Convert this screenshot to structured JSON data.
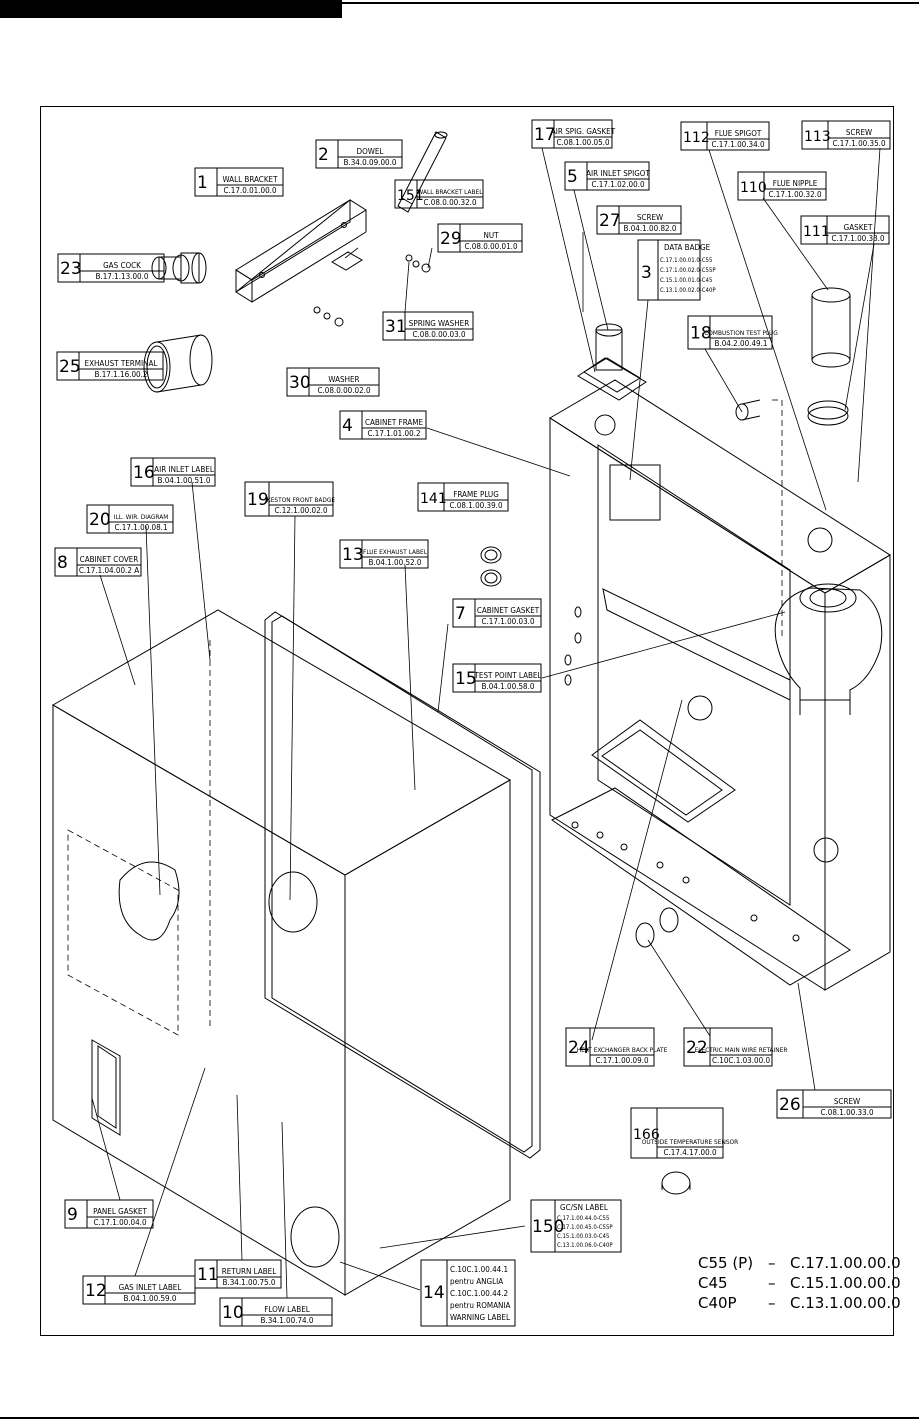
{
  "labels": [
    {
      "num": "1",
      "name": "WALL BRACKET",
      "code": "C.17.0.01.00.0"
    },
    {
      "num": "2",
      "name": "DOWEL",
      "code": "B.34.0.09.00.0"
    },
    {
      "num": "151",
      "name": "WALL BRACKET LABEL",
      "code": "C.08.0.00.32.0"
    },
    {
      "num": "29",
      "name": "NUT",
      "code": "C.08.0.00.01.0"
    },
    {
      "num": "23",
      "name": "GAS COCK",
      "code": "B.17.1.13.00.0"
    },
    {
      "num": "31",
      "name": "SPRING WASHER",
      "code": "C.08.0.00.03.0"
    },
    {
      "num": "25",
      "name": "EXHAUST TERMINAL",
      "code": "B.17.1.16.00.2"
    },
    {
      "num": "30",
      "name": "WASHER",
      "code": "C.08.0.00.02.0"
    },
    {
      "num": "17",
      "name": "AIR SPIG. GASKET",
      "code": "C.08.1.00.05.0"
    },
    {
      "num": "5",
      "name": "AIR INLET SPIGOT",
      "code": "C.17.1.02.00.0"
    },
    {
      "num": "27",
      "name": "SCREW",
      "code": "B.04.1.00.82.0"
    },
    {
      "num": "112",
      "name": "FLUE SPIGOT",
      "code": "C.17.1.00.34.0"
    },
    {
      "num": "113",
      "name": "SCREW",
      "code": "C.17.1.00.35.0"
    },
    {
      "num": "110",
      "name": "FLUE NIPPLE",
      "code": "C.17.1.00.32.0"
    },
    {
      "num": "111",
      "name": "GASKET",
      "code": "C.17.1.00.33.0"
    },
    {
      "num": "18",
      "name": "COMBUSTION TEST PLUG",
      "code": "B.04.2.00.49.1"
    },
    {
      "num": "4",
      "name": "CABINET FRAME",
      "code": "C.17.1.01.00.2"
    },
    {
      "num": "16",
      "name": "AIR INLET LABEL",
      "code": "B.04.1.00.51.0"
    },
    {
      "num": "19",
      "name": "KESTON FRONT BADGE",
      "code": "C.12.1.00.02.0"
    },
    {
      "num": "141",
      "name": "FRAME PLUG",
      "code": "C.08.1.00.39.0"
    },
    {
      "num": "20",
      "name": "ILL. WIR. DIAGRAM",
      "code": "C.17.1.00.08.1"
    },
    {
      "num": "8",
      "name": "CABINET COVER",
      "code": "C.17.1.04.00.2 A"
    },
    {
      "num": "13",
      "name": "FLUE EXHAUST LABEL",
      "code": "B.04.1.00.52.0"
    },
    {
      "num": "7",
      "name": "CABINET GASKET",
      "code": "C.17.1.00.03.0"
    },
    {
      "num": "15",
      "name": "TEST POINT LABEL",
      "code": "B.04.1.00.58.0"
    },
    {
      "num": "24",
      "name": "HEAT EXCHANGER BACK PLATE",
      "code": "C.17.1.00.09.0"
    },
    {
      "num": "22",
      "name": "ELECTRIC MAIN WIRE RETAINER",
      "code": "C.10C.1.03.00.0"
    },
    {
      "num": "26",
      "name": "SCREW",
      "code": "C.08.1.00.33.0"
    },
    {
      "num": "166",
      "name": "OUTSIDE TEMPERATURE SENSOR",
      "code": "C.17.4.17.00.0"
    },
    {
      "num": "9",
      "name": "PANEL GASKET",
      "code": "C.17.1.00.04.0"
    },
    {
      "num": "11",
      "name": "RETURN LABEL",
      "code": "B.34.1.00.75.0"
    },
    {
      "num": "12",
      "name": "GAS INLET LABEL",
      "code": "B.04.1.00.59.0"
    },
    {
      "num": "10",
      "name": "FLOW LABEL",
      "code": "B.34.1.00.74.0"
    }
  ],
  "data_badge": {
    "num": "3",
    "name": "DATA BADGE",
    "codes": [
      "C.17.1.00.01.0-C55",
      "C.17.1.00.02.0-C55P",
      "C.15.1.00.01.0-C45",
      "C.13.1.00.02.0-C40P"
    ]
  },
  "gcsn_label": {
    "num": "150",
    "name": "GC/SN LABEL",
    "codes": [
      "C.17.1.00.44.0-C55",
      "C.17.1.00.45.0-C55P",
      "C.15.1.00.03.0-C45",
      "C.13.1.00.06.0-C40P"
    ]
  },
  "warning_label": {
    "num": "14",
    "name": "WARNING LABEL",
    "lines": [
      "C.10C.1.00.44.1",
      "pentru ANGLIA",
      "C.10C.1.00.44.2",
      "pentru ROMANIA"
    ]
  },
  "models": [
    {
      "model": "C55  (P)",
      "code": "C.17.1.00.00.0"
    },
    {
      "model": "C45",
      "code": "C.15.1.00.00.0"
    },
    {
      "model": "C40P",
      "code": "C.13.1.00.00.0"
    }
  ]
}
